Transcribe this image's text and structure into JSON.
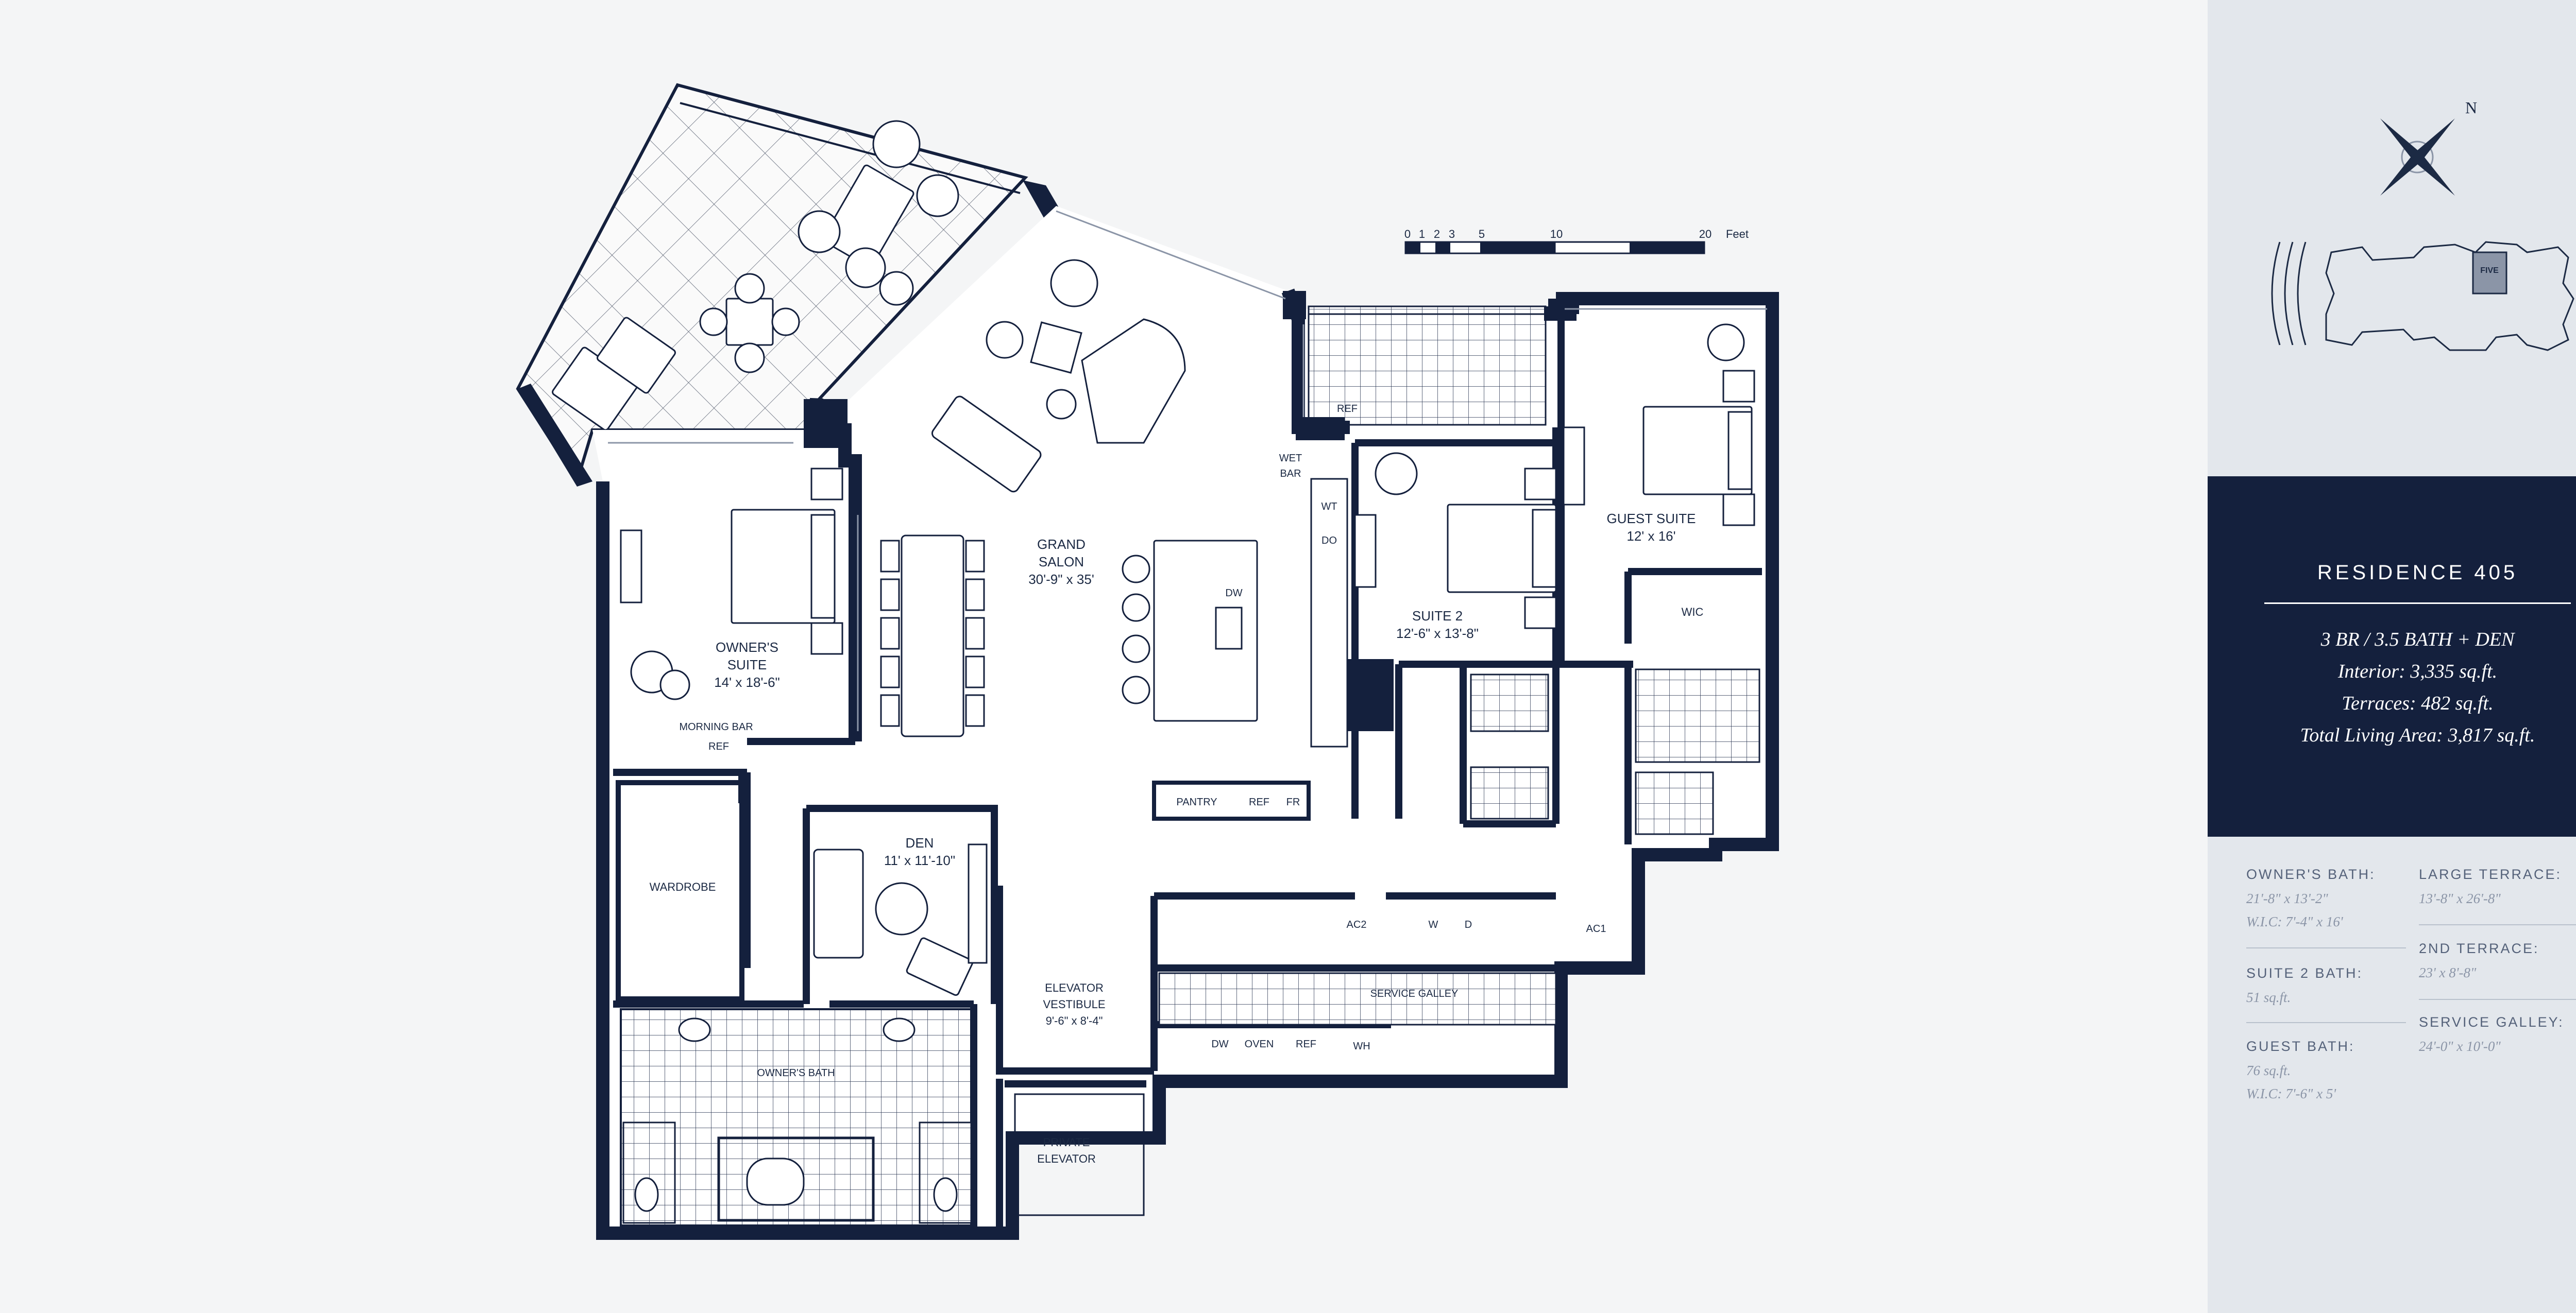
{
  "scale_bar": {
    "ticks": [
      "0",
      "1",
      "2",
      "3",
      "5",
      "10",
      "20"
    ],
    "unit": "Feet"
  },
  "rooms": {
    "grand_salon": {
      "name_1": "GRAND",
      "name_2": "SALON",
      "dims": "30'-9\" x 35'"
    },
    "owners_suite": {
      "name_1": "OWNER'S",
      "name_2": "SUITE",
      "dims": "14' x 18'-6\""
    },
    "suite_2": {
      "name": "SUITE 2",
      "dims": "12'-6\" x 13'-8\""
    },
    "guest_suite": {
      "name": "GUEST SUITE",
      "dims": "12' x 16'"
    },
    "den": {
      "name": "DEN",
      "dims": "11' x 11'-10\""
    },
    "elevator_vestibule": {
      "name_1": "ELEVATOR",
      "name_2": "VESTIBULE",
      "dims": "9'-6\" x 8'-4\""
    },
    "private_elevator": {
      "name_1": "PRIVATE",
      "name_2": "ELEVATOR"
    },
    "wardrobe": "WARDROBE",
    "owners_bath": "OWNER'S BATH",
    "morning_bar": "MORNING BAR",
    "service_galley": "SERVICE GALLEY",
    "wic": "WIC",
    "wet_bar_1": "WET",
    "wet_bar_2": "BAR",
    "pantry": "PANTRY"
  },
  "fixtures": {
    "ref_terrace": "REF",
    "ref_morning": "REF",
    "ref_kitchen": "REF",
    "fr_kitchen": "FR",
    "wt": "WT",
    "do": "DO",
    "dw_island": "DW",
    "ac2": "AC2",
    "ac1": "AC1",
    "washer": "W",
    "dryer": "D",
    "dw_galley": "DW",
    "oven": "OVEN",
    "ref_galley": "REF",
    "wh": "WH"
  },
  "compass_label": "N",
  "site_plan_label": "FIVE",
  "residence": {
    "title": "RESIDENCE 405",
    "summary": "3 BR / 3.5 BATH + DEN",
    "interior": "Interior: 3,335 sq.ft.",
    "terraces": "Terraces: 482 sq.ft.",
    "total": "Total Living Area: 3,817 sq.ft."
  },
  "stats": {
    "owners_bath": {
      "label": "OWNER'S BATH:",
      "v1": "21'-8\" x 13'-2\"",
      "v2": "W.I.C: 7'-4\" x 16'"
    },
    "suite2_bath": {
      "label": "SUITE 2 BATH:",
      "v1": "51 sq.ft."
    },
    "guest_bath": {
      "label": "GUEST BATH:",
      "v1": "76 sq.ft.",
      "v2": "W.I.C: 7'-6\" x 5'"
    },
    "large_terrace": {
      "label": "LARGE TERRACE:",
      "v1": "13'-8\" x 26'-8\""
    },
    "second_terrace": {
      "label": "2ND TERRACE:",
      "v1": "23' x 8'-8\""
    },
    "service_galley": {
      "label": "SERVICE GALLEY:",
      "v1": "24'-0\" x 10'-0\""
    }
  },
  "colors": {
    "wall": "#14203d",
    "panel_dark": "#14203d",
    "panel_light": "#e3e7ec",
    "paper": "#f4f5f6"
  }
}
